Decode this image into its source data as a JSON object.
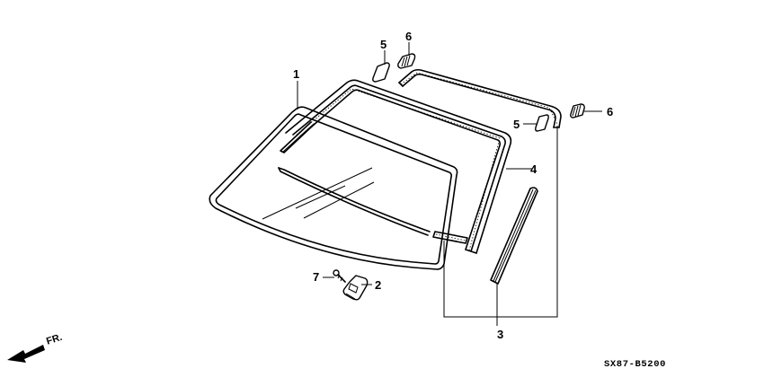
{
  "diagram": {
    "type": "exploded-parts-diagram",
    "subject": "Windshield glass assembly",
    "diagram_code": "SX87-B5200",
    "direction_indicator": {
      "label": "FR.",
      "icon": "front-arrow-icon"
    },
    "callouts": [
      {
        "id": "c1",
        "number": "1",
        "part": "windshield-glass"
      },
      {
        "id": "c2",
        "number": "2",
        "part": "clip-bracket"
      },
      {
        "id": "c3",
        "number": "3",
        "part": "molding-set-bracket"
      },
      {
        "id": "c4",
        "number": "4",
        "part": "dam-rubber-frame"
      },
      {
        "id": "c5a",
        "number": "5",
        "part": "spacer-left"
      },
      {
        "id": "c5b",
        "number": "5",
        "part": "spacer-right"
      },
      {
        "id": "c6a",
        "number": "6",
        "part": "fastener-left"
      },
      {
        "id": "c6b",
        "number": "6",
        "part": "fastener-right"
      },
      {
        "id": "c7",
        "number": "7",
        "part": "screw"
      }
    ]
  }
}
